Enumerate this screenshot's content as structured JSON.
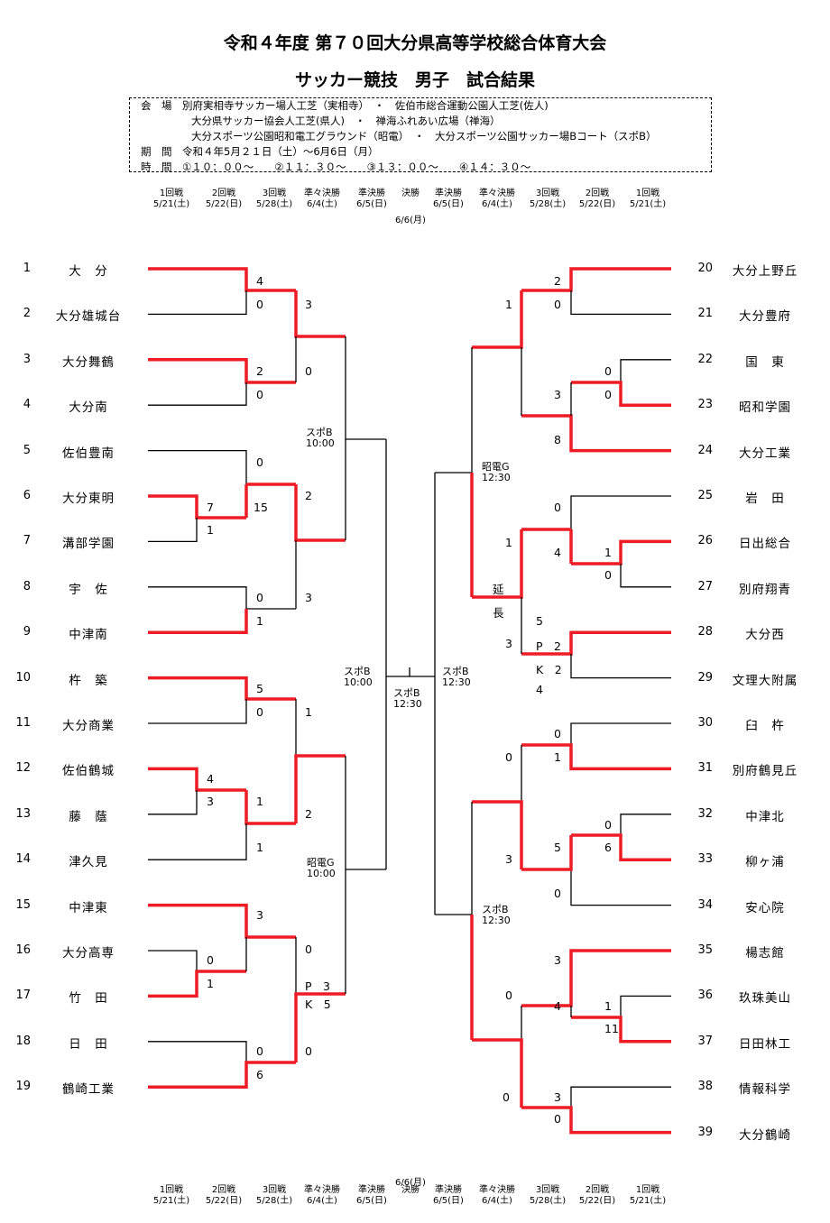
{
  "title": "令和４年度 第７０回大分県高等学校総合体育大会",
  "subtitle": "サッカー競技　男子　試合結果",
  "info": {
    "line1": "会　場　別府実相寺サッカー場人工芝（実相寺）　・　佐伯市総合運動公園人工芝(佐人)",
    "line2": "大分県サッカー協会人工芝(県人)　・　禅海ふれあい広場（禅海）",
    "line3": "大分スポーツ公園昭和電工グラウンド（昭電）　・　大分スポーツ公園サッカー場Bコート（スポB）",
    "line4": "期　間　令和４年5月２１日（土）～6月6日（月）",
    "line5": "時　間　①１０：００～　　②１１：３０～　　③１３：００～　　④１４：３０～"
  },
  "rounds": [
    "1回戦",
    "2回戦",
    "3回戦",
    "準々決勝",
    "準決勝",
    "決勝",
    "準決勝",
    "準々決勝",
    "3回戦",
    "2回戦",
    "1回戦"
  ],
  "round_dates": [
    "5/21(土)",
    "5/22(日)",
    "5/28(土)",
    "6/4(土)",
    "6/5(日)",
    "",
    "6/5(日)",
    "6/4(土)",
    "5/28(土)",
    "5/22(日)",
    "5/21(土)"
  ],
  "final_date": "6/6(月)",
  "left_teams": [
    {
      "no": "1",
      "name": "大　分"
    },
    {
      "no": "2",
      "name": "大分雄城台"
    },
    {
      "no": "3",
      "name": "大分舞鶴"
    },
    {
      "no": "4",
      "name": "大分南"
    },
    {
      "no": "5",
      "name": "佐伯豊南"
    },
    {
      "no": "6",
      "name": "大分東明"
    },
    {
      "no": "7",
      "name": "溝部学園"
    },
    {
      "no": "8",
      "name": "宇　佐"
    },
    {
      "no": "9",
      "name": "中津南"
    },
    {
      "no": "10",
      "name": "杵　築"
    },
    {
      "no": "11",
      "name": "大分商業"
    },
    {
      "no": "12",
      "name": "佐伯鶴城"
    },
    {
      "no": "13",
      "name": "藤　蔭"
    },
    {
      "no": "14",
      "name": "津久見"
    },
    {
      "no": "15",
      "name": "中津東"
    },
    {
      "no": "16",
      "name": "大分高専"
    },
    {
      "no": "17",
      "name": "竹　田"
    },
    {
      "no": "18",
      "name": "日　田"
    },
    {
      "no": "19",
      "name": "鶴崎工業"
    }
  ],
  "right_teams": [
    {
      "no": "20",
      "name": "大分上野丘"
    },
    {
      "no": "21",
      "name": "大分豊府"
    },
    {
      "no": "22",
      "name": "国　東"
    },
    {
      "no": "23",
      "name": "昭和学園"
    },
    {
      "no": "24",
      "name": "大分工業"
    },
    {
      "no": "25",
      "name": "岩　田"
    },
    {
      "no": "26",
      "name": "日出総合"
    },
    {
      "no": "27",
      "name": "別府翔青"
    },
    {
      "no": "28",
      "name": "大分西"
    },
    {
      "no": "29",
      "name": "文理大附属"
    },
    {
      "no": "30",
      "name": "臼　杵"
    },
    {
      "no": "31",
      "name": "別府鶴見丘"
    },
    {
      "no": "32",
      "name": "中津北"
    },
    {
      "no": "33",
      "name": "柳ヶ浦"
    },
    {
      "no": "34",
      "name": "安心院"
    },
    {
      "no": "35",
      "name": "楊志館"
    },
    {
      "no": "36",
      "name": "玖珠美山"
    },
    {
      "no": "37",
      "name": "日田林工"
    },
    {
      "no": "38",
      "name": "情報科学"
    },
    {
      "no": "39",
      "name": "大分鶴崎"
    }
  ],
  "scores": [
    "4",
    "0",
    "3",
    "2",
    "0",
    "0",
    "0",
    "7",
    "15",
    "1",
    "2",
    "0",
    "3",
    "1",
    "5",
    "0",
    "1",
    "4",
    "3",
    "1",
    "2",
    "1",
    "3",
    "0",
    "0",
    "1",
    "P　3",
    "K　5",
    "0",
    "6",
    "0",
    "2",
    "0",
    "1",
    "0",
    "3",
    "0",
    "8",
    "0",
    "1",
    "4",
    "1",
    "0",
    "5",
    "P　2",
    "K　2",
    "4",
    "3",
    "延",
    "長",
    "0",
    "1",
    "0",
    "0",
    "6",
    "3",
    "5",
    "0",
    "3",
    "0",
    "4",
    "1",
    "11",
    "0",
    "3",
    "0"
  ],
  "venues": {
    "v1": "スポB",
    "v1t": "10:00",
    "v2": "スポB",
    "v2t": "10:00",
    "v3": "昭電G",
    "v3t": "10:00",
    "v4": "スポB",
    "v4t": "12:30",
    "v5": "昭電G",
    "v5t": "12:30",
    "v6": "スポB",
    "v6t": "12:30",
    "v7": "スポB",
    "v7t": "12:30"
  },
  "colors": {
    "winner": "#ee1c25",
    "line": "#000000"
  }
}
